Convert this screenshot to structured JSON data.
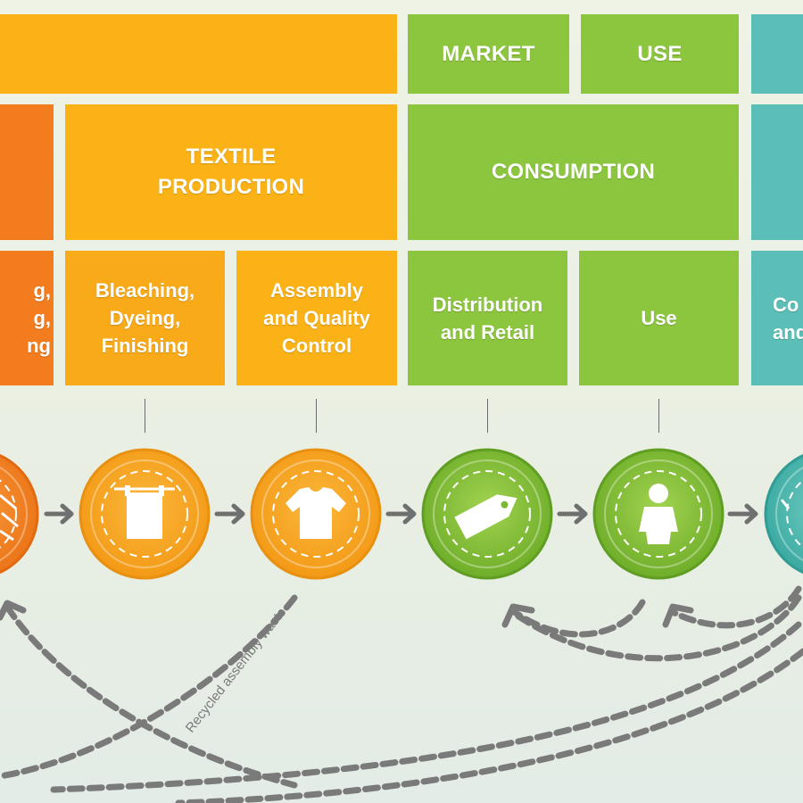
{
  "colors": {
    "orange_dark": "#f27c1e",
    "orange": "#f8a11a",
    "orange_yellow": "#fbb217",
    "green": "#8cc63f",
    "teal": "#5bbfb7",
    "stitch": "#777777"
  },
  "headers": {
    "market": "MARKET",
    "use": "USE"
  },
  "sections": {
    "textile_production_line1": "TEXTILE",
    "textile_production_line2": "PRODUCTION",
    "consumption": "CONSUMPTION"
  },
  "steps": {
    "partial_left": [
      "g,",
      "g,",
      "ng"
    ],
    "bleaching": [
      "Bleaching,",
      "Dyeing,",
      "Finishing"
    ],
    "assembly": [
      "Assembly",
      "and Quality",
      "Control"
    ],
    "distribution": [
      "Distribution",
      "and Retail"
    ],
    "use": "Use",
    "partial_right": [
      "Co",
      "and"
    ]
  },
  "icons": {
    "partial_left": "fiber-icon",
    "bleaching": "hanging-fabric-icon",
    "assembly": "tshirt-icon",
    "distribution": "price-tag-icon",
    "use": "person-icon",
    "partial_right": "collection-icon"
  },
  "annotations": {
    "recycled_assembly_waste": "Recycled assembly waste"
  }
}
